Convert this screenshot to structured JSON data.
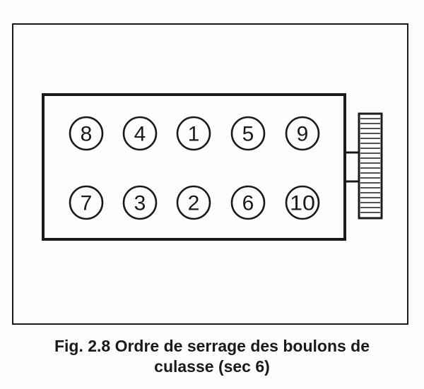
{
  "figure": {
    "caption_line1": "Fig. 2.8  Ordre de serrage des boulons de",
    "caption_line2": "culasse (sec 6)"
  },
  "bolts": {
    "top_row": [
      "8",
      "4",
      "1",
      "5",
      "9"
    ],
    "bottom_row": [
      "7",
      "3",
      "2",
      "6",
      "10"
    ]
  },
  "colors": {
    "ink": "#1a1a1a",
    "paper": "#fdfdfb"
  }
}
